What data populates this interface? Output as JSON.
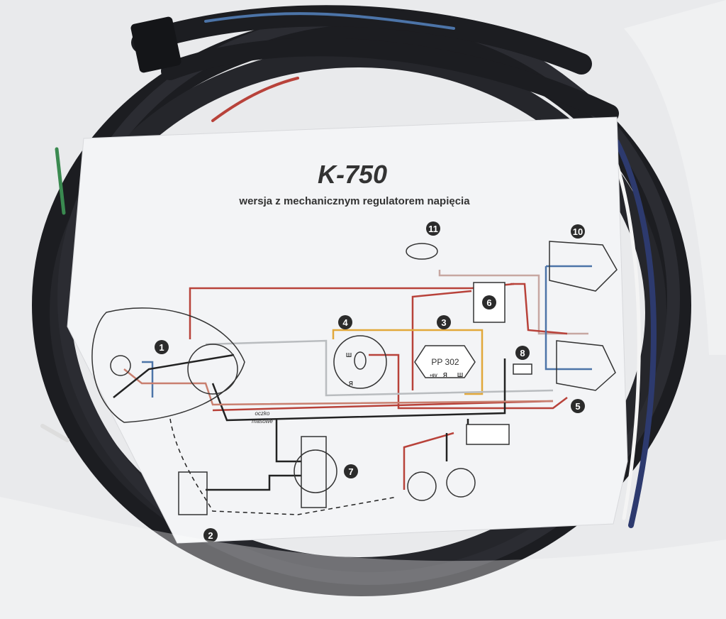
{
  "diagram": {
    "title": "K-750",
    "subtitle": "wersja z mechanicznym regulatorem napięcia",
    "regulator_label": "PP 302",
    "regulator_terminals": [
      "+6V",
      "Я",
      "Ш"
    ],
    "generator_terminals": [
      "Ш",
      "Я"
    ],
    "ground_label_line1": "oczko",
    "ground_label_line2": "masowe",
    "component_numbers": [
      "1",
      "2",
      "3",
      "4",
      "5",
      "6",
      "7",
      "8",
      "10",
      "11"
    ]
  },
  "colors": {
    "background": "#e9eaec",
    "cable": "#1c1d21",
    "wire_red": "#b8423a",
    "wire_yellow": "#e2a83a",
    "wire_gray": "#b9bcbf",
    "wire_blue": "#4c74a8",
    "wire_pink": "#c97f6f",
    "wire_black": "#222"
  }
}
